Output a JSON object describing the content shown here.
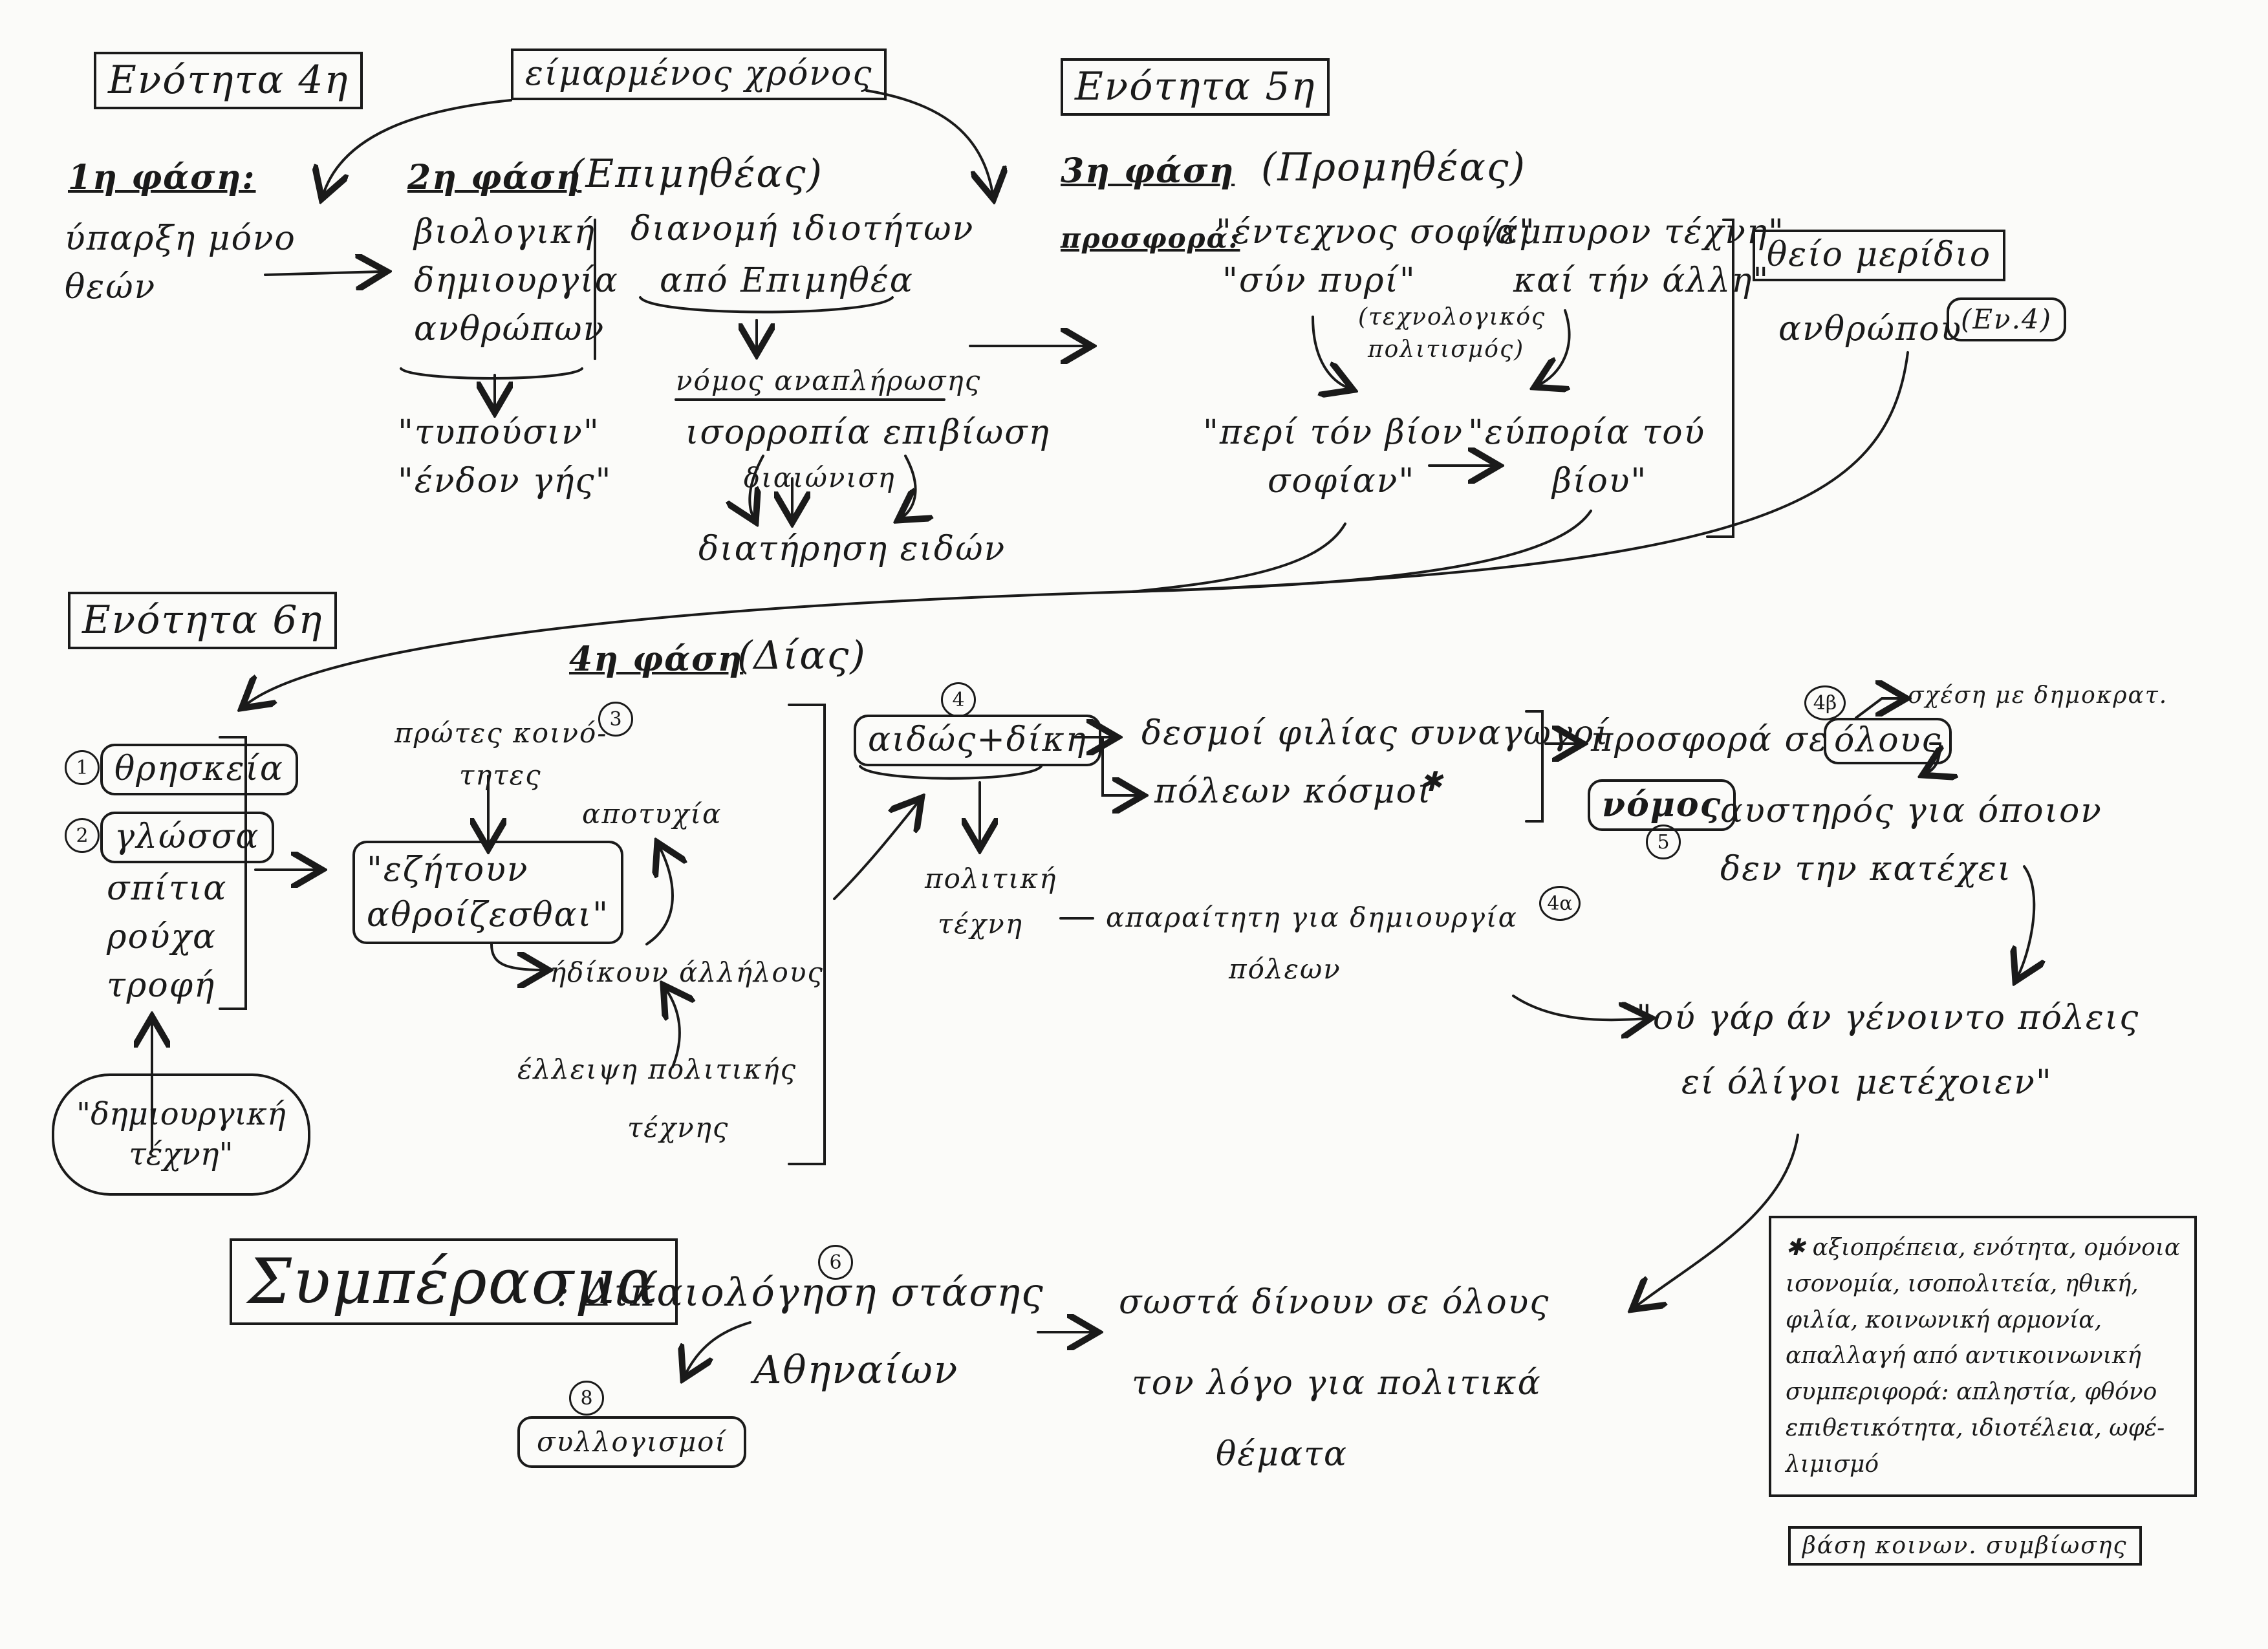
{
  "unit4": "Ενότητα 4η",
  "unit5": "Ενότητα 5η",
  "unit6": "Ενότητα 6η",
  "fated_time": "είμαρμένος χρόνος",
  "phase1": {
    "title": "1η φάση:",
    "l1": "ύπαρξη μόνο",
    "l2": "θεών"
  },
  "phase2": {
    "title": "2η φάση",
    "who": "(Επιμηθέας)",
    "bio1": "βιολογική",
    "bio2": "δημιουργία",
    "bio3": "ανθρώπων",
    "q1": "\"τυπούσιν\"",
    "q2": "\"ένδον γής\"",
    "dist1": "διανομή ιδιοτήτων",
    "dist2": "από Επιμηθέα",
    "law": "νόμος αναπλήρωσης",
    "balance": "ισορροπία επιβίωση",
    "perpet": "διαιώνιση",
    "preserve": "διατήρηση ειδών"
  },
  "phase3": {
    "title": "3η φάση",
    "who": "(Προμηθέας)",
    "offer": "προσφορά:",
    "wisdom1": "\"έντεχνος σοφία\"",
    "wisdom2": "\"σύν πυρί\"",
    "fire1": "/έμπυρον τέχνη\"",
    "fire2": "καί τήν άλλη\"",
    "tech1": "(τεχνολογικός",
    "tech2": "πολιτισμός)",
    "life1": "\"περί τόν βίον",
    "life2": "σοφίαν\"",
    "euporia1": "\"εύπορία τού",
    "euporia2": "βίου\"",
    "divine": "θείο μερίδιο",
    "human": "ανθρώπου",
    "ref": "(Εν.4)"
  },
  "unit6_left": {
    "n1": "1",
    "religion": "θρησκεία",
    "n2": "2",
    "language": "γλώσσα",
    "houses": "σπίτια",
    "clothes": "ρούχα",
    "food": "τροφή",
    "cloud1": "\"δημιουργική",
    "cloud2": "τέχνη\""
  },
  "phase4": {
    "title": "4η φάση",
    "who": "(Δίας)",
    "first1": "πρώτες κοινό-",
    "first2": "τητες",
    "n3": "3",
    "failure": "αποτυχία",
    "sought1": "\"εζήτουν",
    "sought2": "αθροίζεσθαι\"",
    "wronged": "ήδίκουν άλλήλους",
    "lack1": "έλλειψη πολιτικής",
    "lack2": "τέχνης",
    "n4": "4",
    "aidos": "αιδώς+δίκη",
    "bonds1": "δεσμοί φιλίας συναγωγοί",
    "bonds2": "πόλεων κόσμοι",
    "pol1": "πολιτική",
    "pol2": "τέχνη",
    "necessary": "απαραίτητη για δημιουργία",
    "cities": "πόλεων",
    "n4a": "4α",
    "offer_all": "προσφορά σε",
    "all": "όλους",
    "n4b": "4β",
    "relation": "σχέση με δημοκρατ.",
    "law": "νόμος",
    "n5": "5",
    "strict1": "αυστηρός για όποιον",
    "strict2": "δεν την κατέχει",
    "quote1": "\"ού γάρ άν γένοιντο πόλεις",
    "quote2": "εί όλίγοι μετέχοιεν\""
  },
  "conclusion": {
    "title": "Συμπέρασμα",
    "justify": ": Δικαιολόγηση στάσης",
    "athenians": "Αθηναίων",
    "n6": "6",
    "syll": "συλλογισμοί",
    "n8": "8",
    "right1": "σωστά δίνουν σε όλους",
    "right2": "τον λόγο για πολιτικά",
    "right3": "θέματα"
  },
  "note": {
    "lines": [
      "αξιοπρέπεια, ενότητα, ομόνοια",
      "ισονομία, ισοπολιτεία, ηθική,",
      "φιλία, κοινωνική αρμονία,",
      "απαλλαγή από αντικοινωνική",
      "συμπεριφορά: απληστία, φθόνο",
      "επιθετικότητα, ιδιοτέλεια, ωφέ-",
      "λιμισμό"
    ],
    "footer": "βάση κοινων. συμβίωσης"
  }
}
